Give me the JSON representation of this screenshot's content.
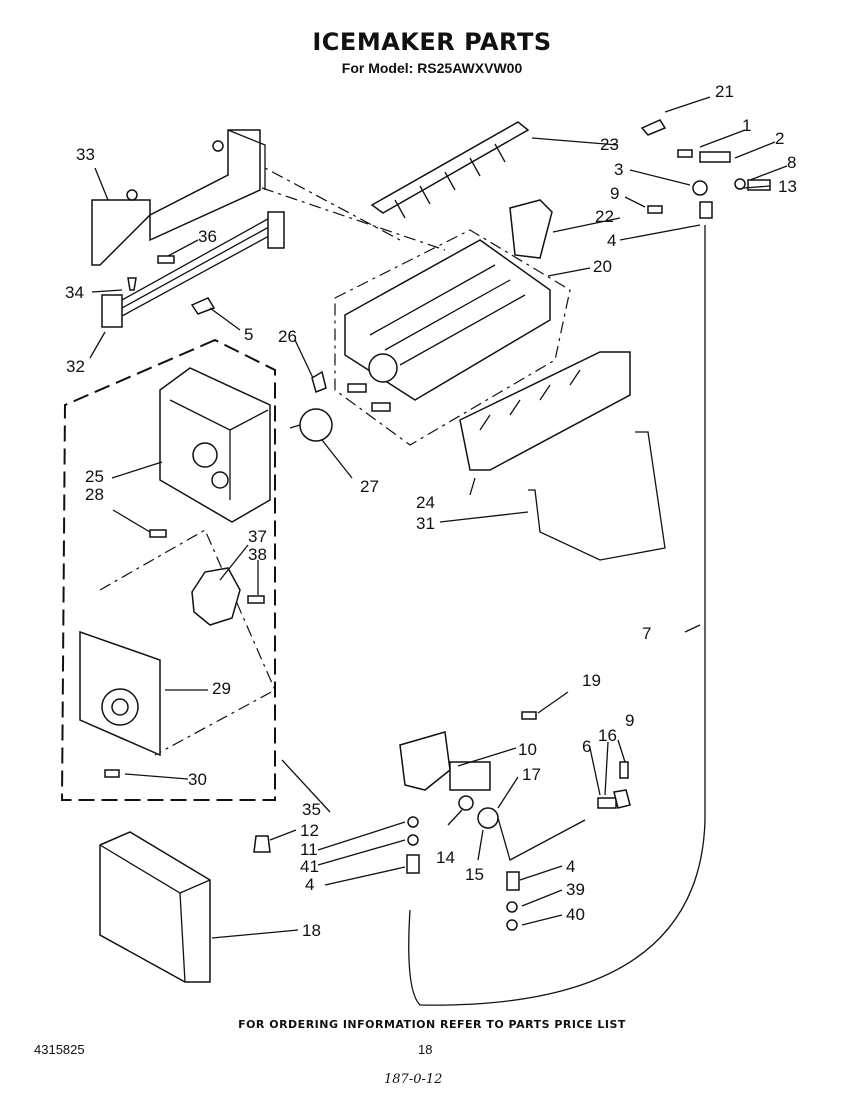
{
  "title": "ICEMAKER PARTS",
  "subtitle": "For Model: RS25AWXVW00",
  "footer_note": "FOR ORDERING INFORMATION REFER TO PARTS PRICE LIST",
  "doc_number": "4315825",
  "page_number": "18",
  "handwritten_note": "187-0-12",
  "callouts": [
    "21",
    "1",
    "2",
    "8",
    "13",
    "3",
    "9",
    "22",
    "23",
    "4",
    "20",
    "33",
    "36",
    "34",
    "5",
    "32",
    "26",
    "27",
    "25",
    "28",
    "24",
    "31",
    "37",
    "38",
    "7",
    "29",
    "30",
    "19",
    "9",
    "16",
    "10",
    "6",
    "17",
    "35",
    "12",
    "11",
    "41",
    "4",
    "14",
    "15",
    "4",
    "39",
    "40",
    "18"
  ]
}
